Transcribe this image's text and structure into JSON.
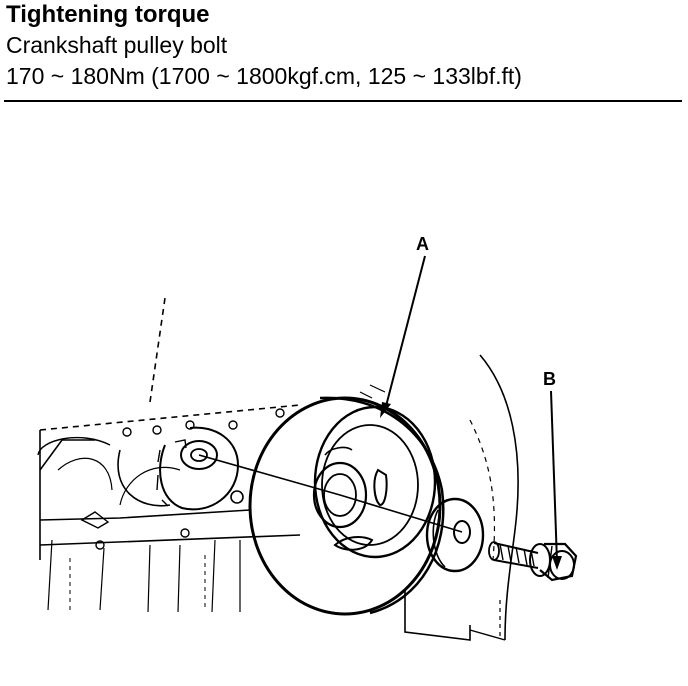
{
  "header": {
    "title": "Tightening torque",
    "part": "Crankshaft pulley bolt",
    "spec": "170 ~ 180Nm (1700 ~ 1800kgf.cm, 125 ~ 133lbf.ft)"
  },
  "figure": {
    "callouts": [
      {
        "id": "A",
        "label": "A",
        "target": "crankshaft pulley"
      },
      {
        "id": "B",
        "label": "B",
        "target": "crankshaft pulley bolt"
      }
    ]
  }
}
